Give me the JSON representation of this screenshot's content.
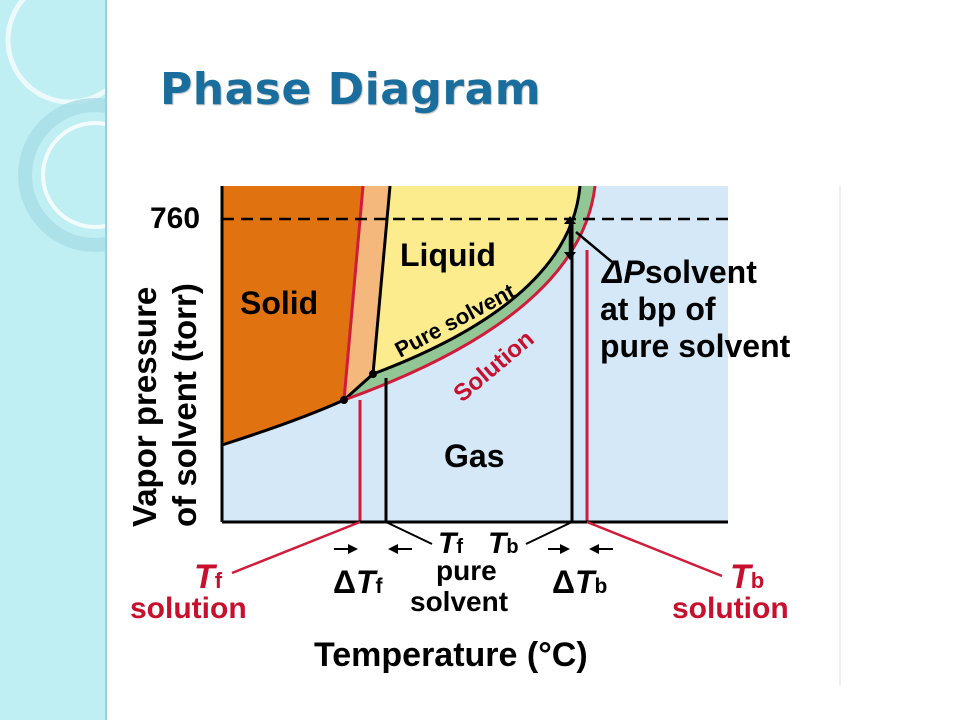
{
  "slide": {
    "title": "Phase Diagram"
  },
  "diagram": {
    "y_tick": "760",
    "y_axis_label_line1": "Vapor pressure",
    "y_axis_label_line2": "of solvent (torr)",
    "x_axis_label": "Temperature (°C)",
    "regions": {
      "solid": "Solid",
      "liquid": "Liquid",
      "gas": "Gas"
    },
    "curve_labels": {
      "pure_solvent": "Pure solvent",
      "solution": "Solution"
    },
    "delta_p": {
      "symbol": "ΔP",
      "line1_rest": "solvent",
      "line2": "at bp of",
      "line3": "pure solvent"
    },
    "bottom_labels": {
      "tf_solution_T": "T",
      "tf_solution_sub": "f",
      "tf_solution_word": "solution",
      "delta_tf_D": "Δ",
      "delta_tf_T": "T",
      "delta_tf_sub": "f",
      "tf_pure_T": "T",
      "tf_pure_sub": "f",
      "tb_pure_T": "T",
      "tb_pure_sub": "b",
      "pure_word": "pure",
      "solvent_word": "solvent",
      "delta_tb_D": "Δ",
      "delta_tb_T": "T",
      "delta_tb_sub": "b",
      "tb_solution_T": "T",
      "tb_solution_sub": "b",
      "tb_solution_word": "solution"
    },
    "colors": {
      "solid": "#e0720f",
      "liquid": "#fcec8e",
      "gas": "#d4e8f7",
      "pure_solvent_band": "#92c795",
      "solution_line": "#d01c3a",
      "solid_shift_band": "#f5b87c",
      "title": "#1a6e9e",
      "side_strip": "#bfeef3"
    }
  }
}
